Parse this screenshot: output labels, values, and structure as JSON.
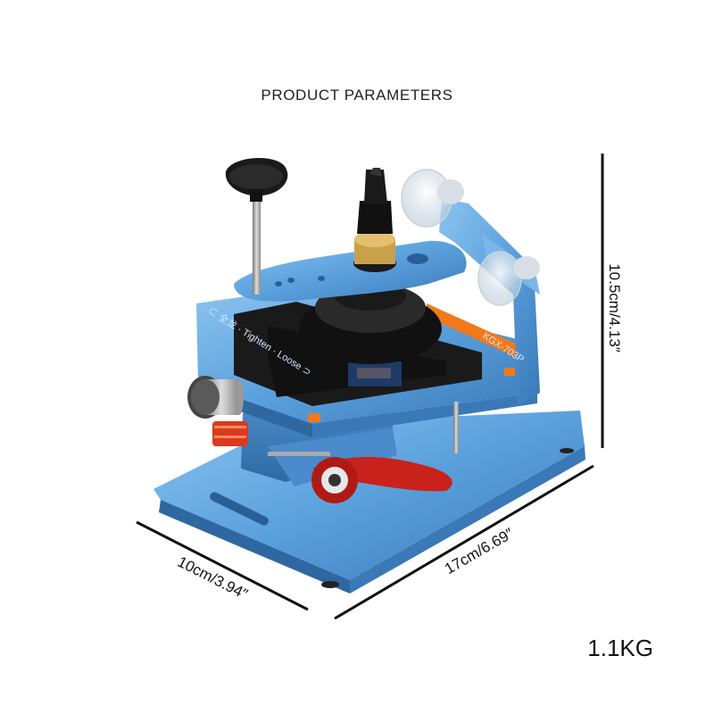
{
  "title": "PRODUCT PARAMETERS",
  "dimensions": {
    "height": "10.5cm/4.13″",
    "depth": "10cm/3.94″",
    "width": "17cm/6.69″"
  },
  "weight": "1.1KG",
  "product_markings": {
    "left_rail": "⊂ 全龙 · Tighten · Loose ⊃",
    "right_rail": "KGX-703P"
  },
  "colors": {
    "anodized_blue": "#5a9fd8",
    "dark_blue": "#3a78b8",
    "black_rubber": "#1a1a1a",
    "red_lever": "#c8221b",
    "orange_accent": "#f07a1a",
    "brass": "#c9a14a"
  }
}
